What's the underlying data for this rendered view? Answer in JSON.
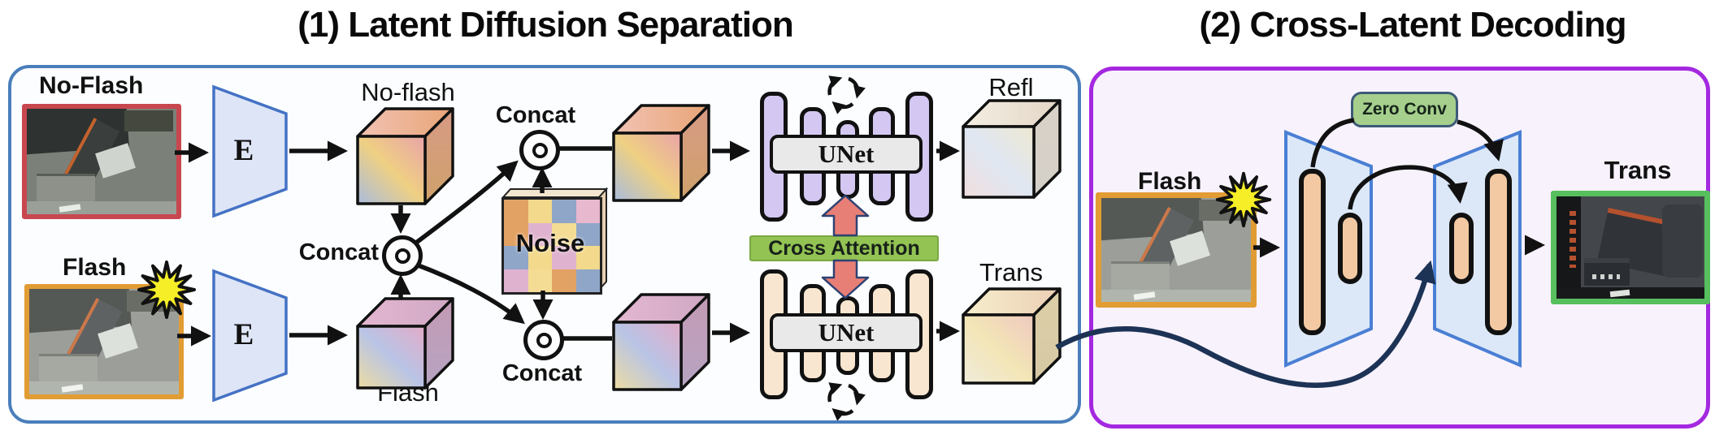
{
  "figure": {
    "section1_title": "(1) Latent Diffusion Separation",
    "section2_title": "(2) Cross-Latent Decoding"
  },
  "panel1": {
    "input_noflash_label": "No-Flash",
    "input_flash_label": "Flash",
    "encoder_top_label": "E",
    "encoder_bottom_label": "E",
    "latent_noflash_label": "No-flash",
    "latent_flash_label": "Flash",
    "concat_center_label": "Concat",
    "concat_top_label": "Concat",
    "concat_bottom_label": "Concat",
    "noise_label": "Noise",
    "unet_top_label": "UNet",
    "unet_bottom_label": "UNet",
    "cross_attention_label": "Cross Attention",
    "output_refl_label": "Refl",
    "output_trans_label": "Trans"
  },
  "panel2": {
    "input_flash_label": "Flash",
    "zero_conv_label": "Zero Conv",
    "output_trans_label": "Trans"
  },
  "icons": {
    "flash_burst": "starburst-icon",
    "iteration": "cycle-arrows-icon",
    "concat_operator": "circled-dot-concat-icon",
    "cross_attention_arrows": "double-red-arrow-icon"
  },
  "colors": {
    "panel1_border": "#4a7ebb",
    "panel2_border": "#a428e0",
    "noflash_image_border": "#c8474f",
    "flash_image_border": "#e19c33",
    "trans_image_border": "#57bf5e",
    "unet_top_bars": "#d4c7f2",
    "unet_bottom_bars": "#f8e6d0",
    "decoder_bars": "#f2c9a2",
    "cross_attention_green": "#93c353",
    "zero_conv_green": "#a6cf8d",
    "red_arrow": "#e87f76",
    "navy_connector": "#1d3356",
    "starburst_yellow": "#f6ee27"
  }
}
